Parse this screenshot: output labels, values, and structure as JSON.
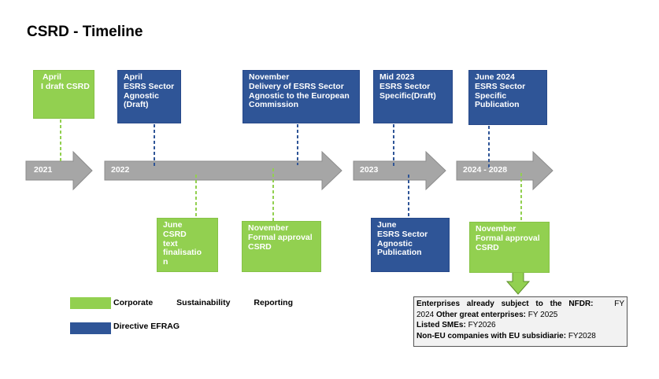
{
  "title": "CSRD - Timeline",
  "colors": {
    "green": "#92d050",
    "blue": "#2f5597",
    "arrow": "#a6a6a6"
  },
  "years": [
    "2021",
    "2022",
    "2023",
    "2024 - 2028"
  ],
  "top_boxes": [
    {
      "lines": [
        "April",
        "I draft CSRD"
      ],
      "color": "green"
    },
    {
      "lines": [
        "April",
        "ESRS Sector",
        "Agnostic",
        "(Draft)"
      ],
      "color": "blue"
    },
    {
      "lines": [
        "November",
        "Delivery of ESRS Sector",
        "Agnostic to the European",
        "Commission"
      ],
      "color": "blue"
    },
    {
      "lines": [
        "Mid 2023",
        "ESRS Sector",
        "Specific(Draft)"
      ],
      "color": "blue"
    },
    {
      "lines": [
        "June 2024",
        "ESRS Sector",
        "Specific",
        "Publication"
      ],
      "color": "blue"
    }
  ],
  "bottom_boxes": [
    {
      "lines": [
        "June",
        "CSRD text",
        "finalisatio",
        "n"
      ],
      "color": "green"
    },
    {
      "lines": [
        "November",
        "Formal approval",
        "CSRD"
      ],
      "color": "green"
    },
    {
      "lines": [
        "June",
        "ESRS Sector",
        "Agnostic",
        "Publication"
      ],
      "color": "blue"
    },
    {
      "lines": [
        "November",
        "Formal approval",
        "CSRD"
      ],
      "color": "green"
    }
  ],
  "legend": [
    {
      "words": [
        "Corporate",
        "Sustainability",
        "Reporting"
      ],
      "color": "green"
    },
    {
      "words": [
        "Directive EFRAG"
      ],
      "color": "blue"
    }
  ],
  "notes": [
    {
      "bold": "Enterprises already subject to the NFDR:",
      "text": "FY"
    },
    {
      "bold": "",
      "text": "2024",
      "bold2": "Other great enterprises:",
      "text2": "FY 2025"
    },
    {
      "bold": "Listed SMEs:",
      "text": "FY2026"
    },
    {
      "bold": "Non-EU companies with EU subsidiarie:",
      "text": "FY2028"
    }
  ]
}
